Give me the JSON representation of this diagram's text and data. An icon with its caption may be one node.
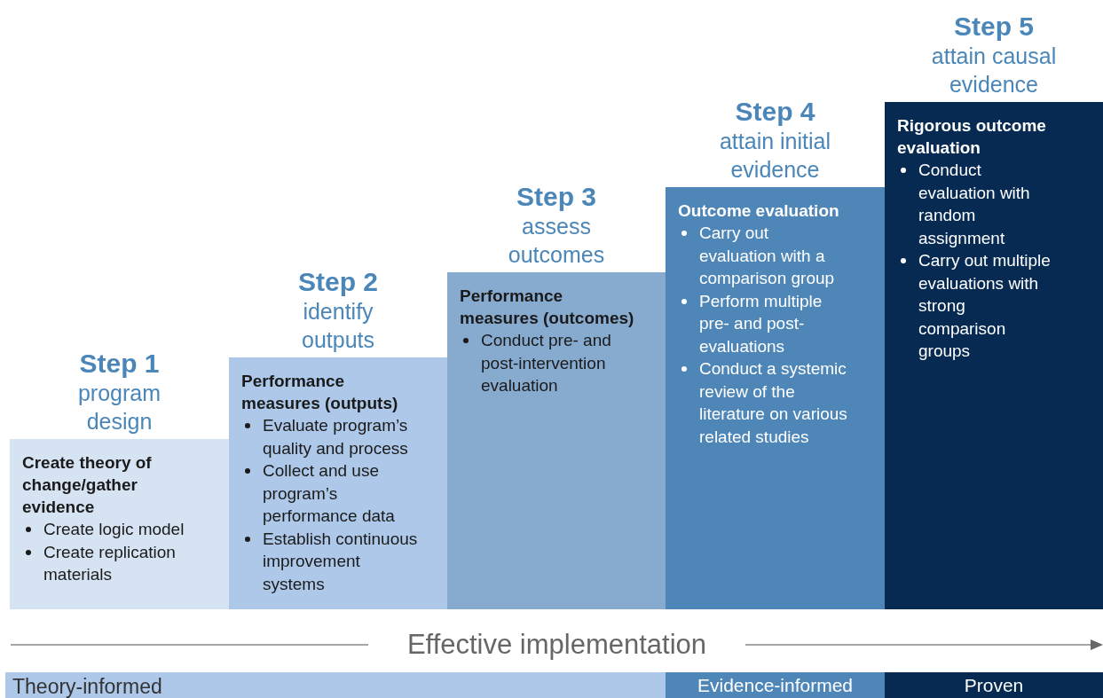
{
  "diagram": {
    "nodes": [
      {
        "text": [
          "Step 1",
          "program design",
          "Create theory of change/gather evidence",
          "Create logic model",
          "Create replication materials"
        ]
      },
      {
        "text": [
          "Step 2",
          "identify outputs",
          "Performance measures (outputs)",
          "Evaluate program’s quality and process",
          "Collect and use program’s performance data",
          "Establish continuous improvement systems"
        ]
      },
      {
        "text": [
          "Step 3",
          "assess outcomes",
          "Performance measures (outcomes)",
          "Conduct pre- and post-intervention evaluation"
        ]
      },
      {
        "text": [
          "Step 4",
          "attain initial evidence",
          "Outcome evaluation",
          "Carry out evaluation with a comparison group",
          "Perform multiple pre- and post-evaluations",
          "Conduct a systemic review of the literature on various related studies"
        ]
      },
      {
        "text": [
          "Step 5",
          "attain causal evidence",
          "Rigorous outcome evaluation",
          "Conduct evaluation with random assignment",
          "Carry out multiple evaluations with strong comparison groups"
        ]
      },
      {
        "text": [
          "Theory-informed"
        ]
      },
      {
        "text": [
          "Evidence-informed"
        ]
      },
      {
        "text": [
          "Proven"
        ]
      }
    ],
    "labels": [
      "Effective implementation"
    ]
  }
}
